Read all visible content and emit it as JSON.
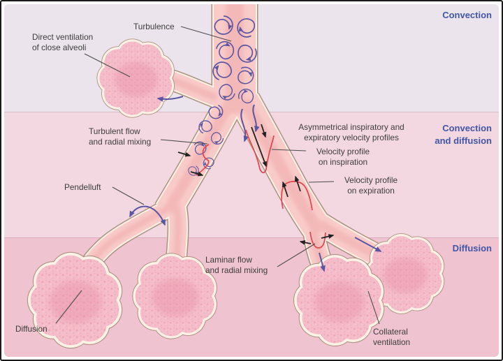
{
  "figure": {
    "bands": [
      {
        "label": "Convection"
      },
      {
        "label": "Convection\nand diffusion"
      },
      {
        "label": "Diffusion"
      }
    ],
    "annotations": {
      "turbulence": "Turbulence",
      "direct_ventilation": "Direct ventilation\nof close alveoli",
      "turbulent_flow": "Turbulent flow\nand radial mixing",
      "asymmetrical_profiles": "Asymmetrical inspiratory and\nexpiratory velocity profiles",
      "velocity_inspiration": "Velocity profile\non inspiration",
      "velocity_expiration": "Velocity profile\non expiration",
      "pendelluft": "Pendelluft",
      "laminar_flow": "Laminar flow\nand radial mixing",
      "diffusion": "Diffusion",
      "collateral_ventilation": "Collateral\nventilation"
    },
    "colors": {
      "zone_label_blue": "#4156a6",
      "swirl_purple": "#5e55a0",
      "velocity_profile_red": "#e0454d",
      "band_convection": "#ece4ed",
      "band_convection_diffusion": "#f4d8e1",
      "band_diffusion": "#f0c3d1",
      "airway_lumen_pink": "#f8cbc9",
      "alveoli_pink": "#f5bdc9",
      "airway_wall_cream": "#fcf1e6"
    }
  }
}
